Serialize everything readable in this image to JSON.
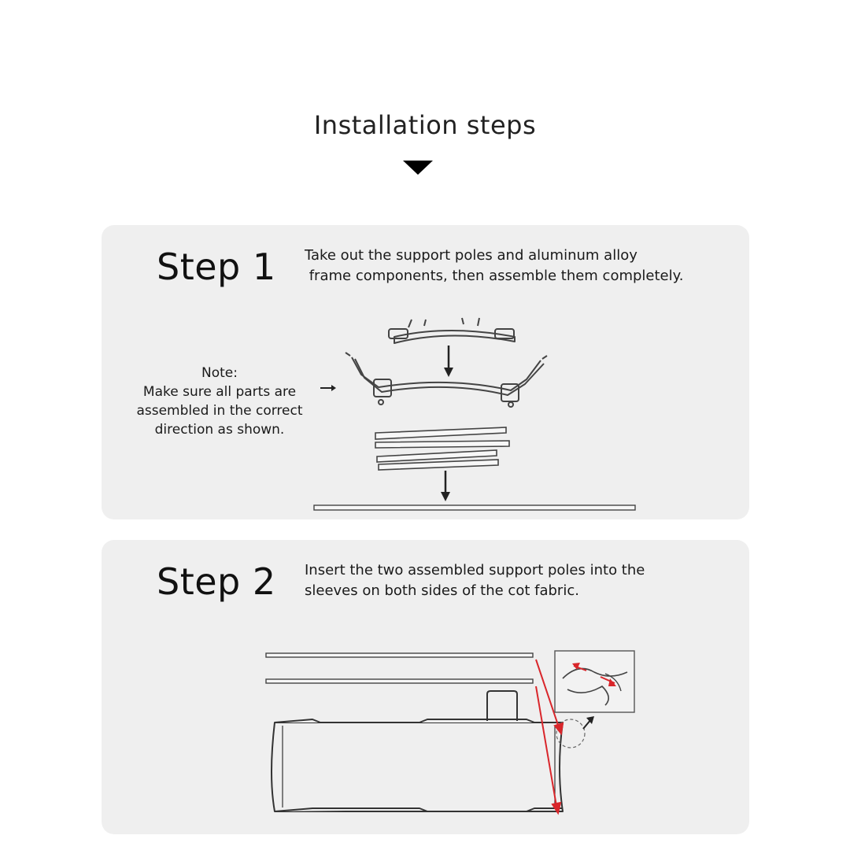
{
  "header": {
    "title": "Installation steps",
    "arrow_icon": "triangle-down-icon"
  },
  "steps": [
    {
      "heading": "Step 1",
      "description_lines": [
        "Take out the support poles and aluminum alloy",
        " frame components, then assemble them completely."
      ],
      "note_lines": [
        "Note:",
        "Make sure all parts are",
        "assembled in the correct",
        "direction as shown."
      ]
    },
    {
      "heading": "Step 2",
      "description_lines": [
        "Insert the two assembled support poles into the",
        "sleeves on both sides of the cot fabric."
      ]
    }
  ],
  "colors": {
    "card_background": "#efefef",
    "accent_arrow": "#d9262b",
    "line_art": "#444444"
  }
}
